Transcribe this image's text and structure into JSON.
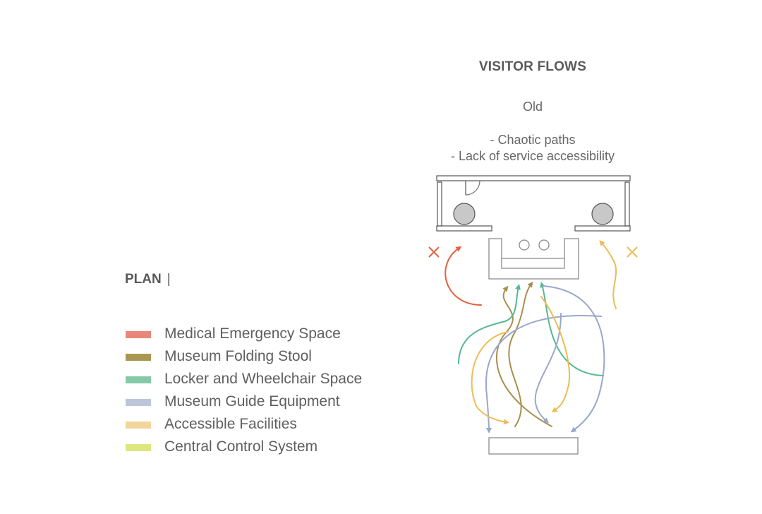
{
  "header": {
    "title": "VISITOR FLOWS",
    "subtitle": "Old",
    "notes": [
      "- Chaotic paths",
      "- Lack of service accessibility"
    ]
  },
  "plan": {
    "label": "PLAN",
    "separator": "|"
  },
  "legend": [
    {
      "label": "Medical Emergency Space",
      "color": "#e8877a"
    },
    {
      "label": "Museum Folding Stool",
      "color": "#a99650"
    },
    {
      "label": "Locker and Wheelchair Space",
      "color": "#86c9a7"
    },
    {
      "label": "Museum Guide Equipment",
      "color": "#bcc6db"
    },
    {
      "label": "Accessible Facilities",
      "color": "#f3d59b"
    },
    {
      "label": "Central Control System",
      "color": "#dde77e"
    }
  ],
  "flow_colors": {
    "red": "#e3603f",
    "olive": "#a98f4e",
    "green": "#56b890",
    "blue": "#98a8cc",
    "yellow": "#edbc55",
    "outline": "#555555",
    "light_outline": "#8a8a8a",
    "pillar": "#c8c8c8"
  }
}
